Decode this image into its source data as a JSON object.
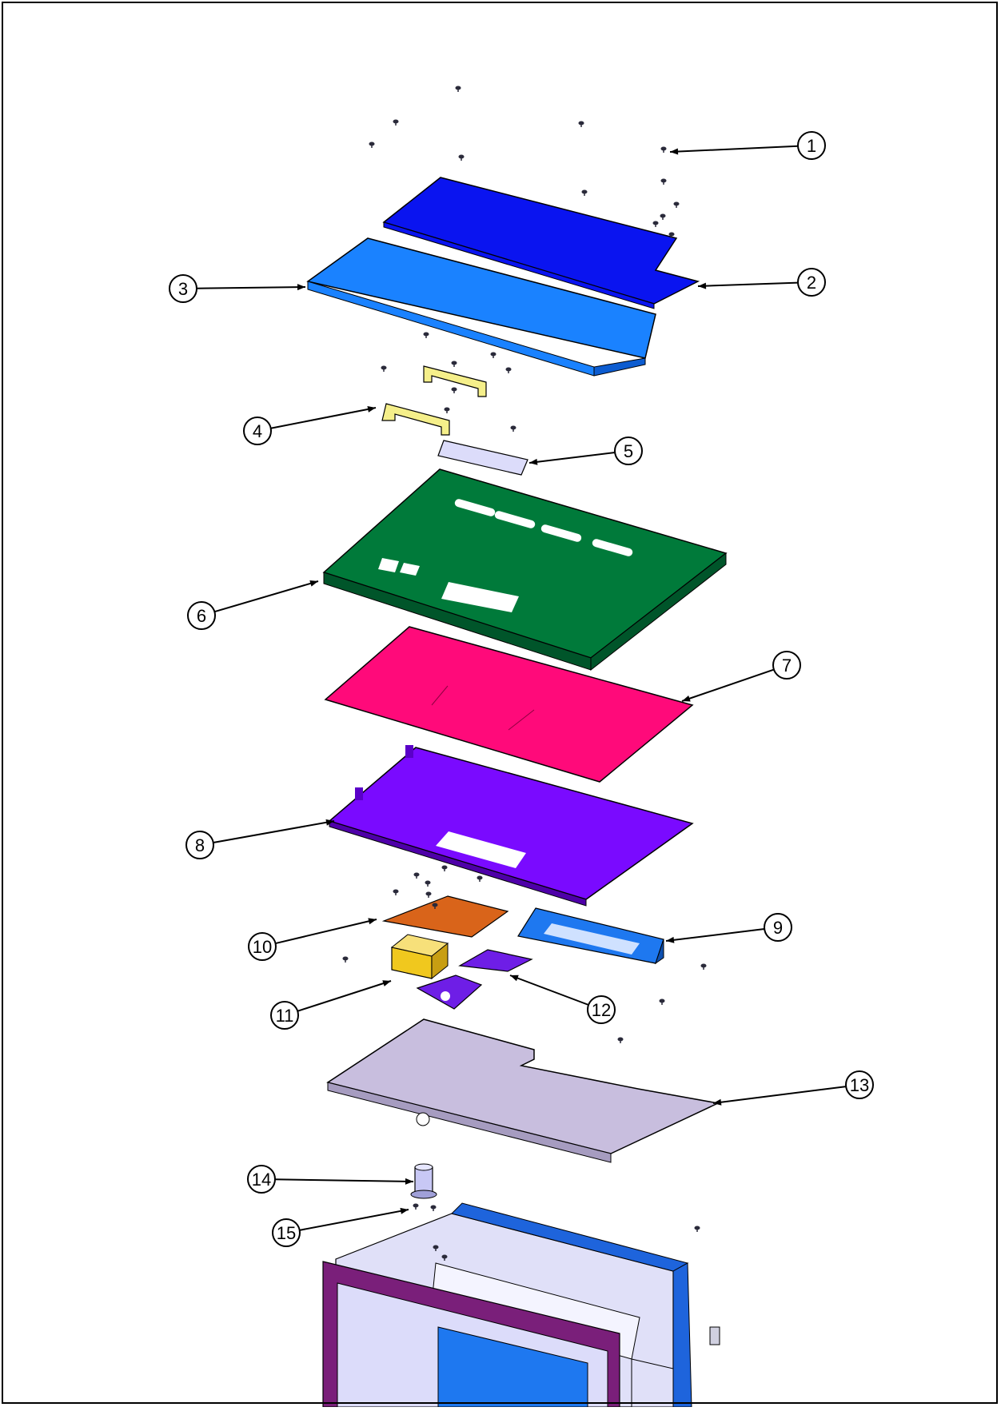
{
  "diagram": {
    "type": "exploded-assembly",
    "callouts": [
      "1",
      "2",
      "3",
      "4",
      "5",
      "6",
      "7",
      "8",
      "9",
      "10",
      "11",
      "12",
      "13",
      "14",
      "15"
    ],
    "colors": {
      "part2": "#0a14f0",
      "part3": "#1a82ff",
      "part4": "#f5ef8a",
      "part5": "#dcdcfa",
      "part6": "#007a3a",
      "part7": "#ff0a7a",
      "part8": "#7a0aff",
      "part9": "#1e78f0",
      "part10": "#d9641a",
      "part11": "#f0c81e",
      "part12": "#6e1ee6",
      "part13": "#c8bede",
      "part14": "#c8c8f5",
      "frame_front": "#7a1f7a",
      "frame_side": "#1e64dc",
      "cabinet": "#e0e0f8",
      "screw": "#2a2a3a"
    }
  }
}
